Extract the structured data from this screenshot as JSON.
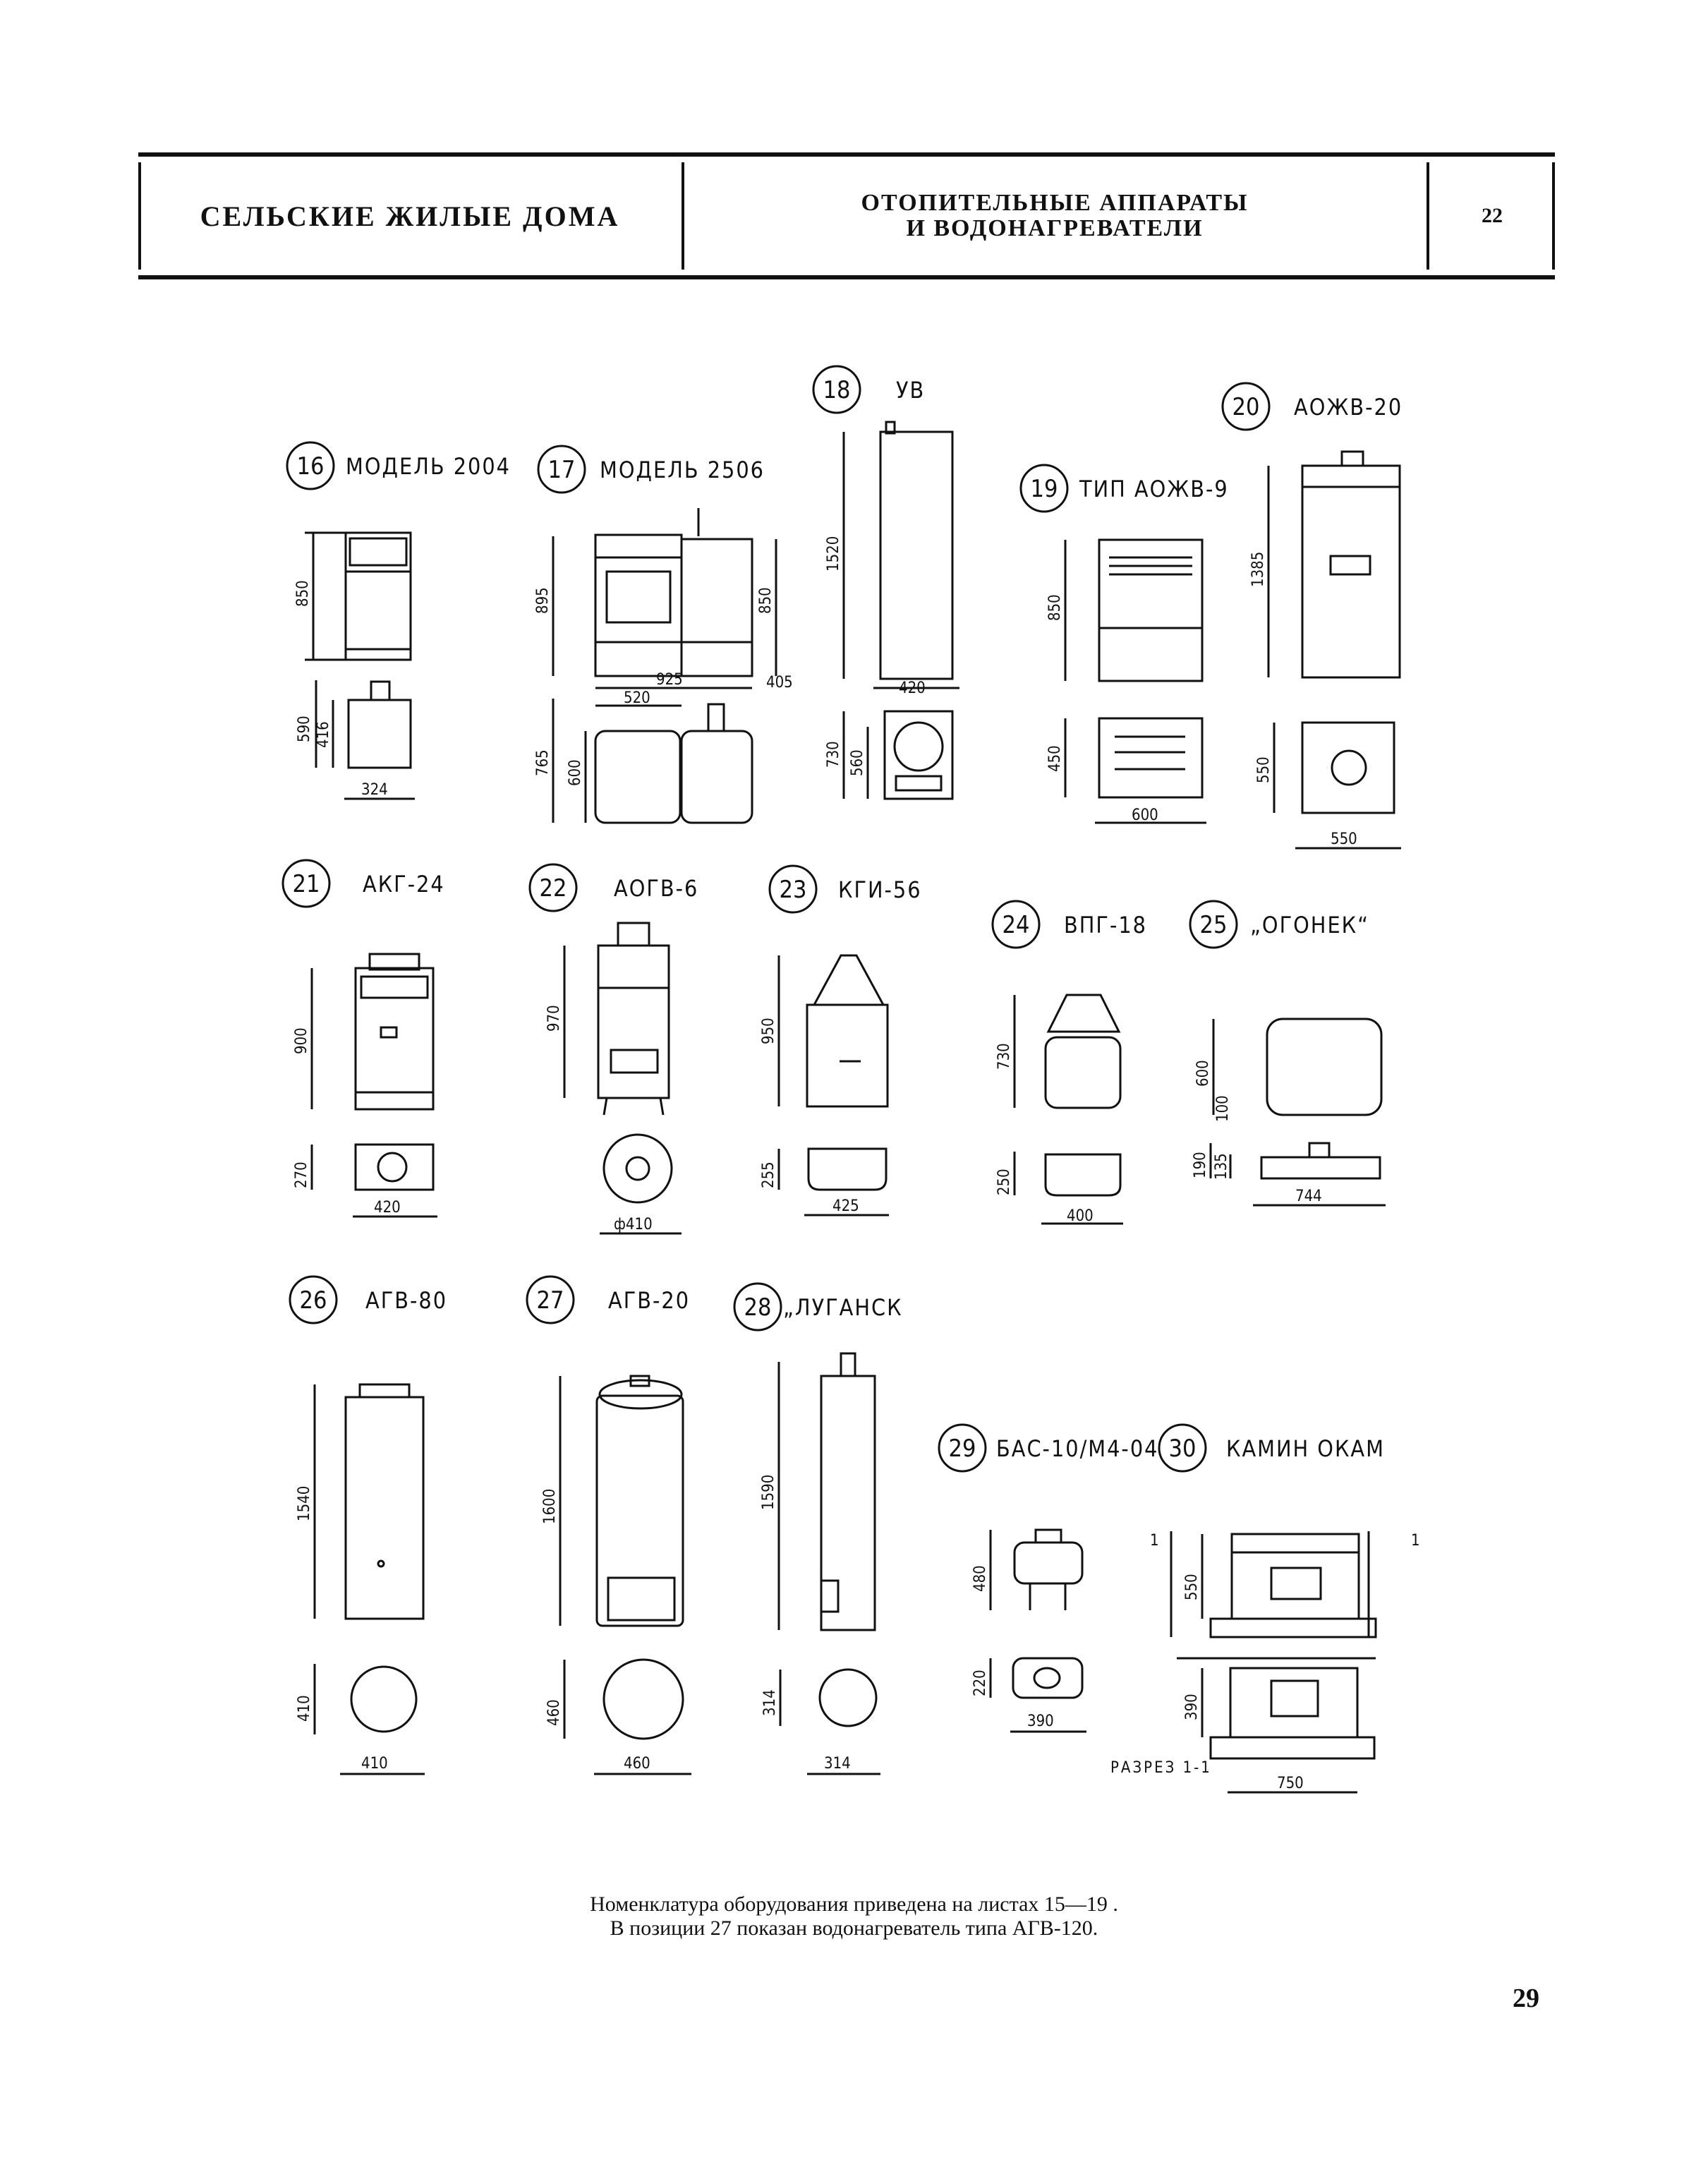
{
  "header": {
    "title_left": "СЕЛЬСКИЕ ЖИЛЫЕ ДОМА",
    "title_mid_line1": "ОТОПИТЕЛЬНЫЕ АППАРАТЫ",
    "title_mid_line2": "И ВОДОНАГРЕВАТЕЛИ",
    "sheet": "22"
  },
  "items": {
    "i16": {
      "num": "16",
      "name": "МОДЕЛЬ 2004"
    },
    "i17": {
      "num": "17",
      "name": "МОДЕЛЬ 2506"
    },
    "i18": {
      "num": "18",
      "name": "УВ"
    },
    "i19": {
      "num": "19",
      "name": "ТИП АОЖВ-9"
    },
    "i20": {
      "num": "20",
      "name": "АОЖВ-20"
    },
    "i21": {
      "num": "21",
      "name": "АКГ-24"
    },
    "i22": {
      "num": "22",
      "name": "АОГВ-6"
    },
    "i23": {
      "num": "23",
      "name": "КГИ-56"
    },
    "i24": {
      "num": "24",
      "name": "ВПГ-18"
    },
    "i25": {
      "num": "25",
      "name": "„ОГОНЕК“"
    },
    "i26": {
      "num": "26",
      "name": "АГВ-80"
    },
    "i27": {
      "num": "27",
      "name": "АГВ-20"
    },
    "i28": {
      "num": "28",
      "name": "„ЛУГАНСК"
    },
    "i29": {
      "num": "29",
      "name": "БАС-10/М4-04"
    },
    "i30": {
      "num": "30",
      "name": "КАМИН ОКАМ"
    }
  },
  "dims": {
    "d16_h": "850",
    "d16_d1": "590",
    "d16_d2": "416",
    "d16_w": "324",
    "d17_h1": "895",
    "d17_h2": "850",
    "d17_w1": "925",
    "d17_w2": "520",
    "d17_w3": "405",
    "d17_d1": "765",
    "d17_d2": "600",
    "d18_h": "1520",
    "d18_w": "420",
    "d18_d1": "730",
    "d18_d2": "560",
    "d19_h": "850",
    "d19_d": "450",
    "d19_w": "600",
    "d20_h": "1385",
    "d20_d": "550",
    "d20_w": "550",
    "d21_h": "900",
    "d21_d": "270",
    "d21_w": "420",
    "d22_h": "970",
    "d22_w": "ф410",
    "d23_h": "950",
    "d23_d": "255",
    "d23_w": "425",
    "d24_h": "730",
    "d24_d": "250",
    "d24_w": "400",
    "d25_h1": "600",
    "d25_h2": "100",
    "d25_d1": "190",
    "d25_d2": "135",
    "d25_w": "744",
    "d26_h": "1540",
    "d26_d": "410",
    "d26_w": "410",
    "d27_h": "1600",
    "d27_d": "460",
    "d27_w": "460",
    "d28_h": "1590",
    "d28_d": "314",
    "d28_w": "314",
    "d29_h": "480",
    "d29_d": "220",
    "d29_w": "390",
    "d30_h": "550",
    "d30_d": "390",
    "d30_w": "750",
    "d30_section": "РАЗРЕЗ 1-1",
    "d30_cut": "1"
  },
  "footnote": {
    "line1": "Номенклатура оборудования приведена на листах 15—19 .",
    "line2": "В позиции 27 показан водонагреватель типа АГВ-120."
  },
  "page_number": "29"
}
